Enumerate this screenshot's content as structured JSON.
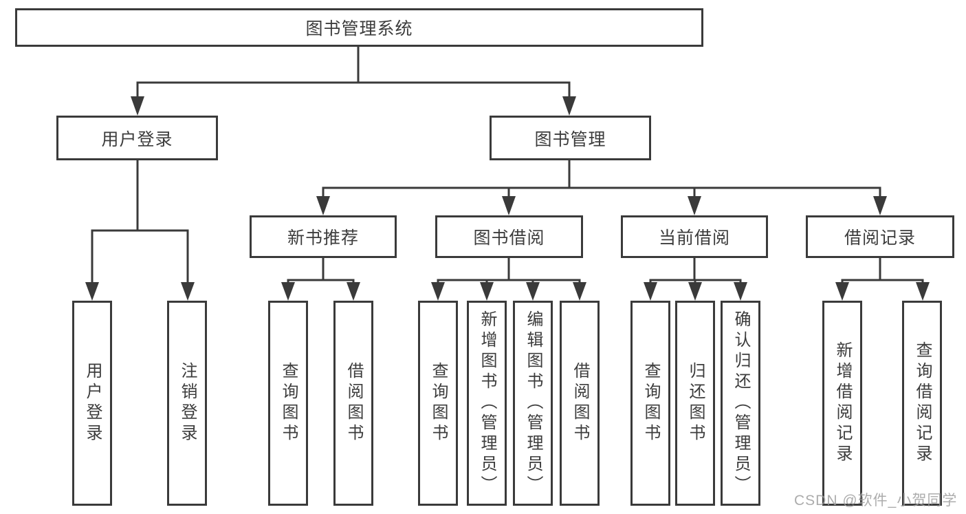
{
  "root": {
    "label": "图书管理系统"
  },
  "branches": [
    {
      "label": "用户登录",
      "children": [
        {
          "label": "用户登录"
        },
        {
          "label": "注销登录"
        }
      ]
    },
    {
      "label": "图书管理",
      "children": [
        {
          "label": "新书推荐",
          "children": [
            {
              "label": "查询图书"
            },
            {
              "label": "借阅图书"
            }
          ]
        },
        {
          "label": "图书借阅",
          "children": [
            {
              "label": "查询图书"
            },
            {
              "label": "新增图书（管理员）"
            },
            {
              "label": "编辑图书（管理员）"
            },
            {
              "label": "借阅图书"
            }
          ]
        },
        {
          "label": "当前借阅",
          "children": [
            {
              "label": "查询图书"
            },
            {
              "label": "归还图书"
            },
            {
              "label": "确认归还（管理员）"
            }
          ]
        },
        {
          "label": "借阅记录",
          "children": [
            {
              "label": "新增借阅记录"
            },
            {
              "label": "查询借阅记录"
            }
          ]
        }
      ]
    }
  ],
  "watermark": {
    "text": "CSDN @软件_小贺同学"
  },
  "colors": {
    "line": "#3a3a3a",
    "text": "#3c3c3c",
    "box_background": "#ffffff",
    "watermark": "#9e9e9e"
  }
}
